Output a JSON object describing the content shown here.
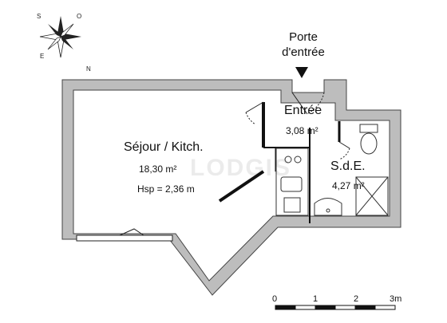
{
  "compass": {
    "n": "N",
    "s": "S",
    "e": "E",
    "o": "O"
  },
  "entrance": {
    "line1": "Porte",
    "line2": "d'entrée"
  },
  "rooms": {
    "sejour": {
      "name": "Séjour / Kitch.",
      "area": "18,30 m²",
      "height": "Hsp = 2,36 m"
    },
    "entree": {
      "name": "Entrée",
      "area": "3,08 m²"
    },
    "sde": {
      "name": "S.d.E.",
      "area": "4,27 m²"
    }
  },
  "watermark": "LODGIS",
  "scale": {
    "ticks": [
      "0",
      "1",
      "2",
      "3m"
    ]
  }
}
